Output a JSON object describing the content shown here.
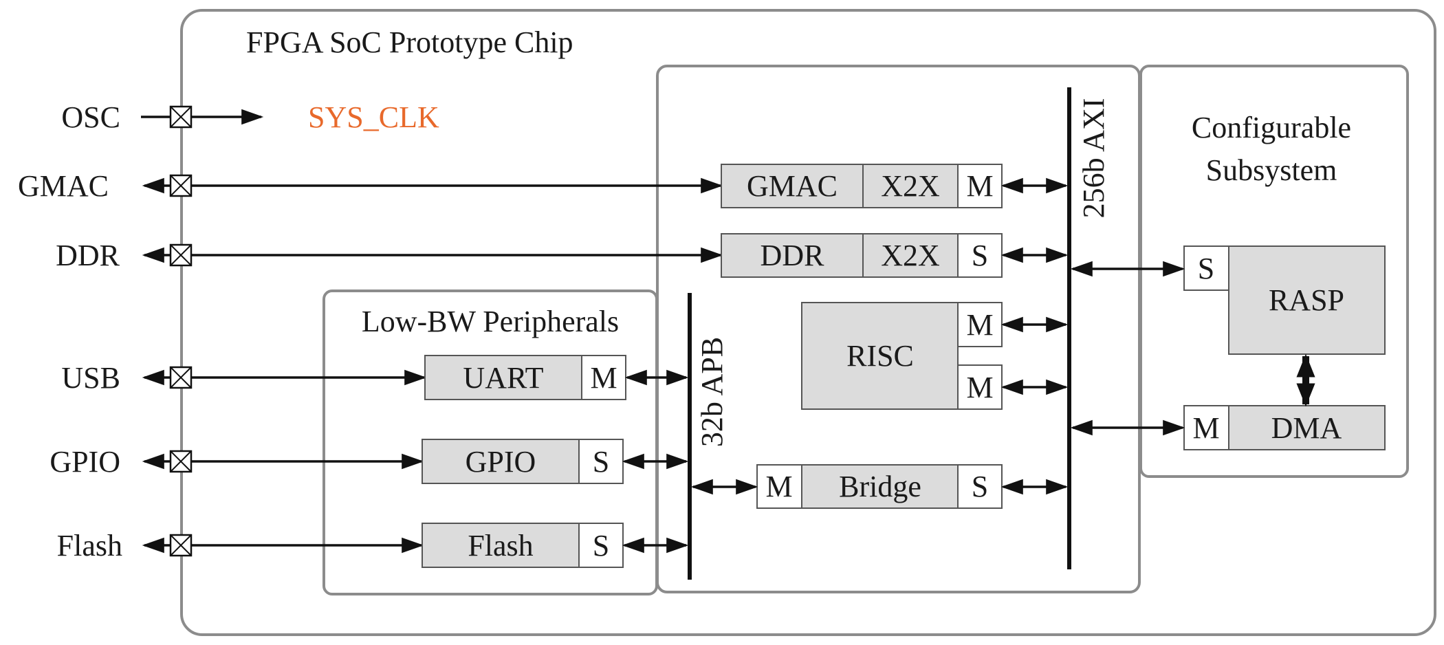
{
  "chip": {
    "title": "FPGA SoC Prototype Chip"
  },
  "clock": {
    "label": "SYS_CLK",
    "color": "#e8692b"
  },
  "pins": {
    "osc": "OSC",
    "gmac": "GMAC",
    "ddr": "DDR",
    "usb": "USB",
    "gpio": "GPIO",
    "flash": "Flash"
  },
  "buses": {
    "axi": "256b AXI",
    "apb": "32b APB"
  },
  "peripherals": {
    "title": "Low-BW Peripherals",
    "uart": {
      "name": "UART",
      "port": "M"
    },
    "gpio": {
      "name": "GPIO",
      "port": "S"
    },
    "flash": {
      "name": "Flash",
      "port": "S"
    }
  },
  "core": {
    "gmac": {
      "name": "GMAC",
      "bridge": "X2X",
      "port": "M"
    },
    "ddr": {
      "name": "DDR",
      "bridge": "X2X",
      "port": "S"
    },
    "risc": {
      "name": "RISC",
      "port_top": "M",
      "port_bottom": "M"
    },
    "bridge": {
      "name": "Bridge",
      "port_left": "M",
      "port_right": "S"
    }
  },
  "subsystem": {
    "title_line1": "Configurable",
    "title_line2": "Subsystem",
    "rasp": {
      "name": "RASP",
      "port": "S"
    },
    "dma": {
      "name": "DMA",
      "port": "M"
    }
  }
}
